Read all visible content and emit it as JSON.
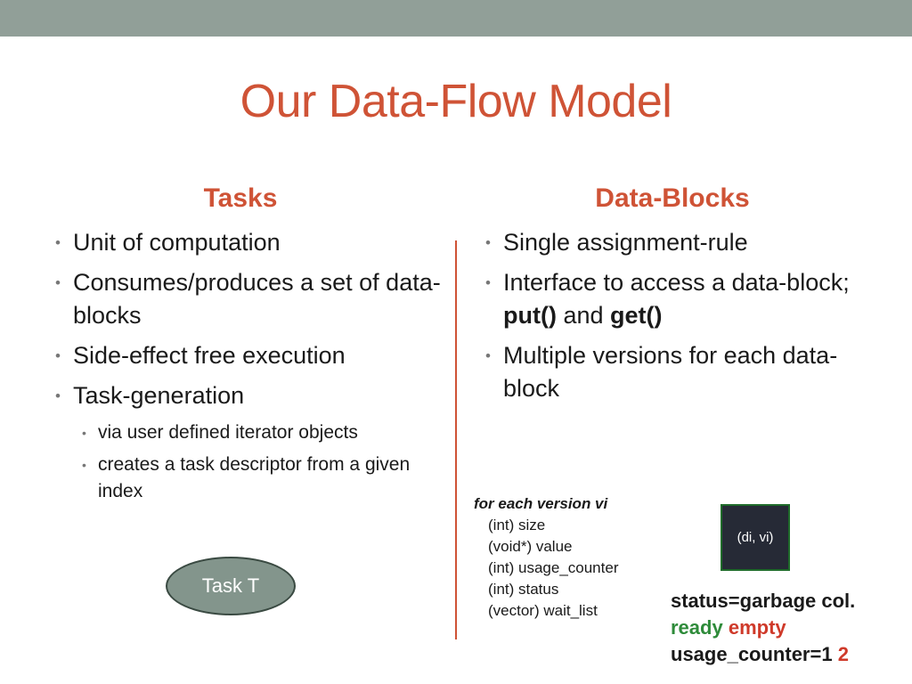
{
  "slide": {
    "title": "Our Data-Flow Model",
    "tasks": {
      "heading": "Tasks",
      "bullets": [
        "Unit of computation",
        "Consumes/produces a set of data-blocks",
        "Side-effect free execution",
        "Task-generation"
      ],
      "sub_bullets": [
        "via user defined iterator objects",
        "creates a task descriptor from a given index"
      ]
    },
    "data_blocks": {
      "heading": "Data-Blocks",
      "bullet_1": "Single assignment-rule",
      "bullet_2_pre": "Interface to access a data-block; ",
      "bullet_2_put": "put()",
      "bullet_2_mid": " and ",
      "bullet_2_get": "get()",
      "bullet_3": "Multiple versions for each data-block"
    },
    "diagram": {
      "task_label": "Task T",
      "version_header": "for each version vi",
      "version_fields": [
        "(int) size",
        "(void*) value",
        "(int) usage_counter",
        "(int) status",
        "(vector) wait_list"
      ],
      "block_label": "(di, vi)",
      "status_prefix": "status=",
      "status_values": [
        "garbage col.",
        "ready",
        "empty"
      ],
      "counter_prefix": "usage_counter=",
      "counter_values": [
        "1",
        "2"
      ]
    }
  },
  "colors": {
    "accent": "#cf5336",
    "top_bar": "#919f98",
    "ellipse_fill": "#83958c",
    "block_fill": "#262a36",
    "ready_green": "#2e8b3a",
    "empty_red": "#cf3a2a"
  }
}
